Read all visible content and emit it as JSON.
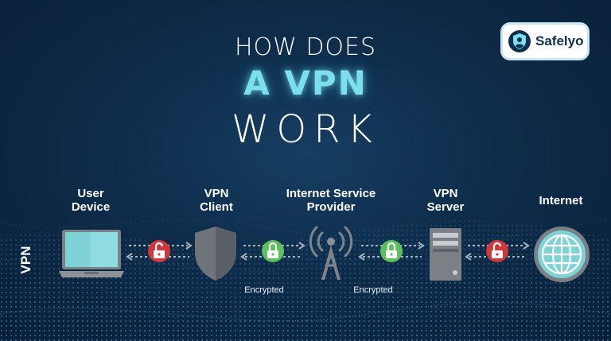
{
  "colors": {
    "accent": "#7be0ec",
    "locked": "#5cc15c",
    "unlocked": "#d2373b",
    "background": "#0e2c4a"
  },
  "brand": {
    "name": "Safelyo",
    "icon": "shield-user-icon"
  },
  "title": {
    "line1": "HOW DOES",
    "line2": "A VPN",
    "line3": "WORK"
  },
  "side_label": "VPN",
  "nodes": [
    {
      "label": "User\nDevice",
      "icon": "laptop-icon"
    },
    {
      "label": "VPN\nClient",
      "icon": "shield-icon"
    },
    {
      "label": "Internet Service\nProvider",
      "icon": "antenna-icon"
    },
    {
      "label": "VPN\nServer",
      "icon": "server-icon"
    },
    {
      "label": "Internet",
      "icon": "globe-icon"
    }
  ],
  "links": [
    {
      "status": "unlocked",
      "icon": "unlock-icon"
    },
    {
      "status": "locked",
      "icon": "lock-icon"
    },
    {
      "status": "locked",
      "icon": "lock-icon"
    },
    {
      "status": "unlocked",
      "icon": "unlock-icon"
    }
  ],
  "encrypted_labels": [
    "Encrypted",
    "Encrypted"
  ]
}
